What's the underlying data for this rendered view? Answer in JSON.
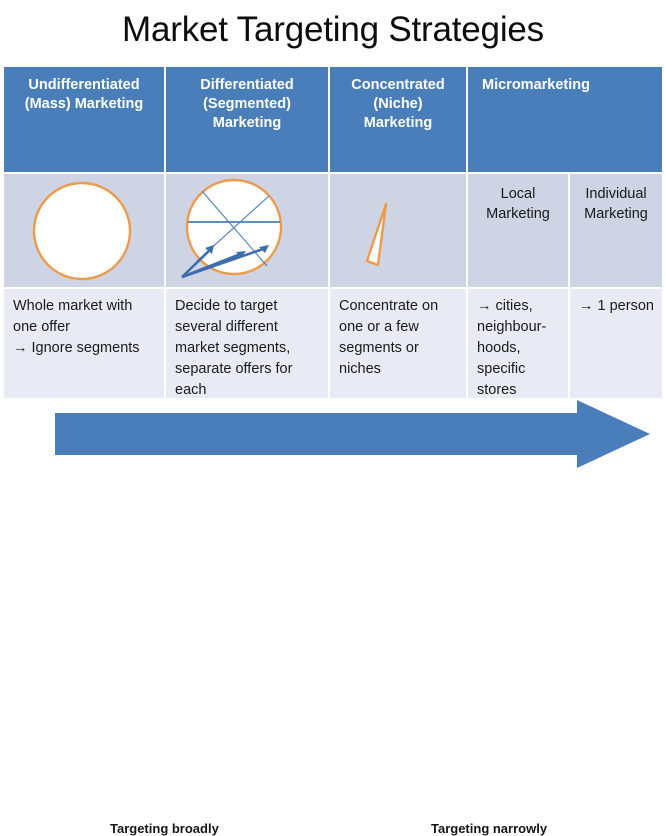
{
  "title": "Market Targeting Strategies",
  "colors": {
    "header_blue": "#4a7ebb",
    "diagram_row_bg": "#ced4e4",
    "desc_row_bg": "#e8ebf3",
    "shape_outline_orange": "#ed9b48",
    "arrow_blue": "#4a7ebb",
    "segment_line_blue": "#4a7ebb"
  },
  "columns": [
    {
      "header": "Undifferentiated\n(Mass) Marketing",
      "diagram": "plain-circle",
      "description": "Whole market with one offer\n→ Ignore segments"
    },
    {
      "header": "Differentiated\n(Segmented)\nMarketing",
      "diagram": "segmented-circle-with-arrows",
      "description": "Decide to target several different market segments, separate offers for each"
    },
    {
      "header": "Concentrated\n(Niche)\nMarketing",
      "diagram": "narrow-wedge",
      "description": "Concentrate on one or a few segments or niches"
    },
    {
      "header": "Micromarketing",
      "subcolumns": [
        {
          "label": "Local\nMarketing",
          "description": "→ cities, neighbour-hoods, specific stores"
        },
        {
          "label": "Individual\nMarketing",
          "description": "→ 1 person"
        }
      ]
    }
  ],
  "spectrum": {
    "left_label": "Targeting broadly",
    "right_label": "Targeting narrowly"
  }
}
